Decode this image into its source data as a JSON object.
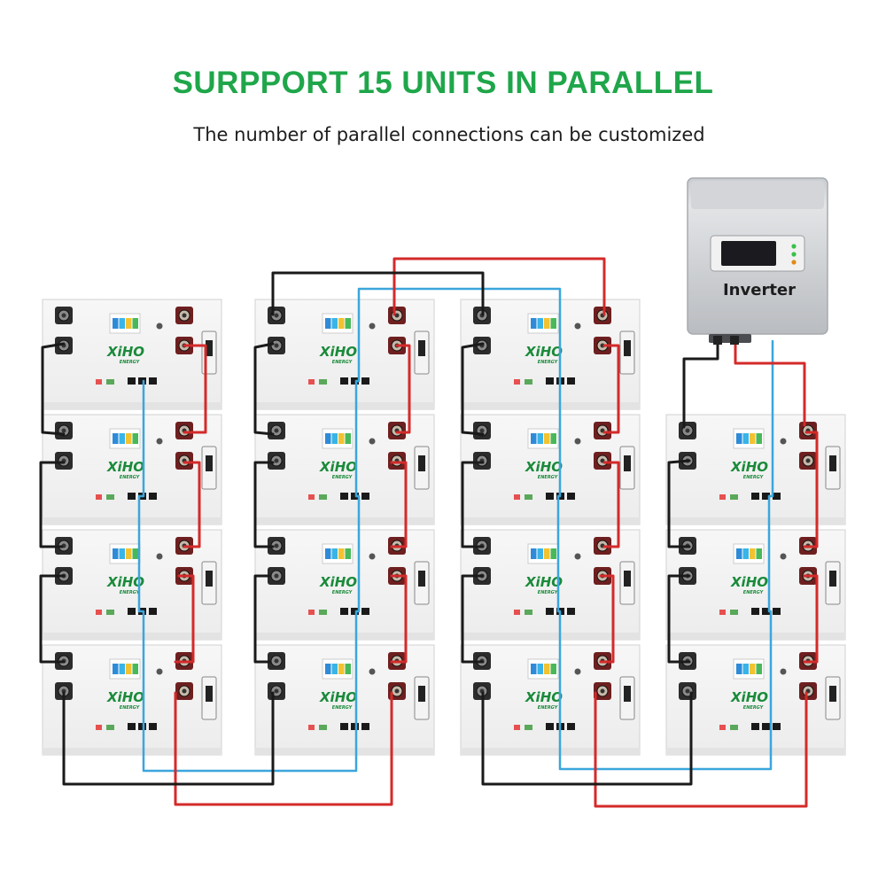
{
  "heading": {
    "title": "SURPPORT 15 UNITS IN PARALLEL",
    "subtitle": "The number of parallel connections can be customized"
  },
  "inverter": {
    "label": "Inverter"
  },
  "battery": {
    "brand": "XiHO",
    "sub": "ENERGY",
    "count": 15
  },
  "colors": {
    "title": "#1fa64a",
    "positive_cable": "#d42a2a",
    "negative_cable": "#1a1a1a",
    "comm_cable": "#3ba6dc"
  }
}
